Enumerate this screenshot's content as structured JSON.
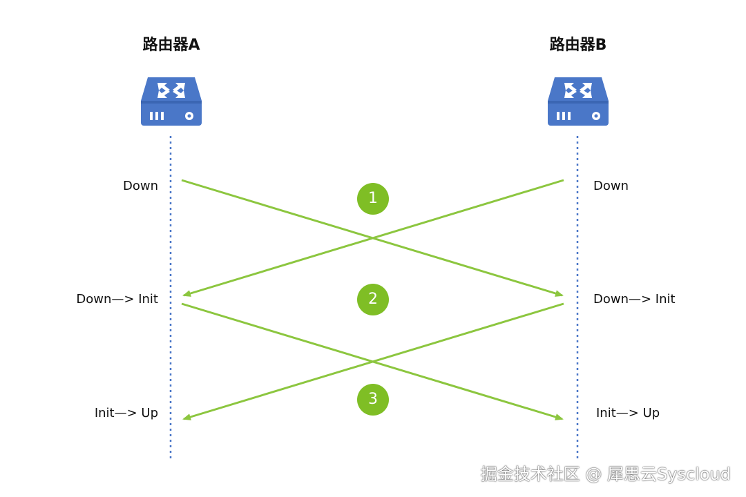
{
  "router_a": {
    "title": "路由器A",
    "states": [
      "Down",
      "Down—> Init",
      "Init—> Up"
    ]
  },
  "router_b": {
    "title": "路由器B",
    "states": [
      "Down",
      "Down—> Init",
      "Init—> Up"
    ]
  },
  "steps": [
    "1",
    "2",
    "3"
  ],
  "watermark": "掘金技术社区 @ 犀思云Syscloud",
  "colors": {
    "router_icon": "#4a77c8",
    "lifeline": "#4a77c8",
    "arrow": "#8cc63f",
    "step_badge": "#7fbe25"
  }
}
